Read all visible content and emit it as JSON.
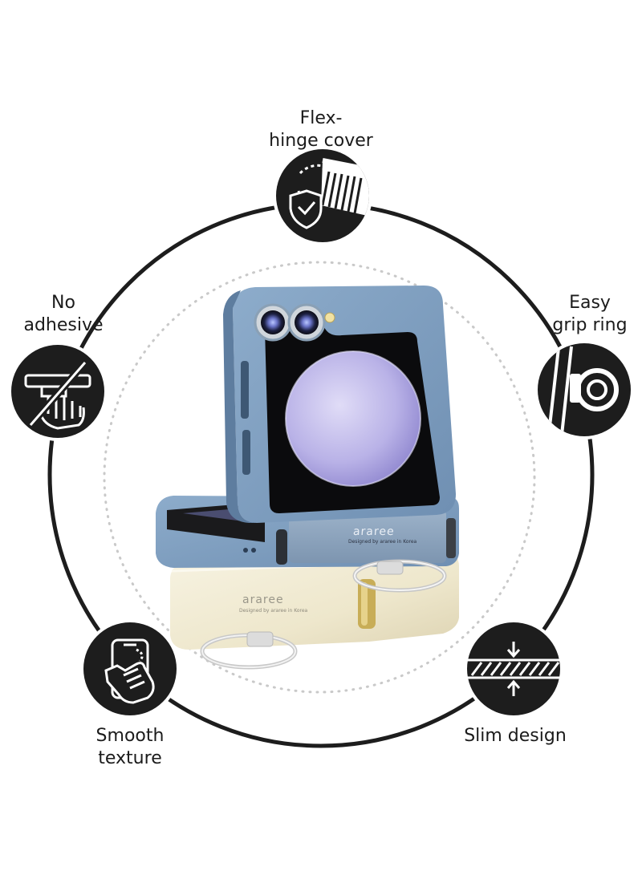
{
  "features": [
    {
      "id": "flex-hinge",
      "lines": [
        "Flex-",
        "hinge cover"
      ],
      "icon": "hinge-shield-icon"
    },
    {
      "id": "no-adhesive",
      "lines": [
        "No",
        "adhesive"
      ],
      "icon": "no-adhesive-hand-icon"
    },
    {
      "id": "grip-ring",
      "lines": [
        "Easy",
        "grip ring"
      ],
      "icon": "grip-ring-icon"
    },
    {
      "id": "smooth-texture",
      "lines": [
        "Smooth",
        "texture"
      ],
      "icon": "hand-phone-icon"
    },
    {
      "id": "slim-design",
      "lines": [
        "Slim design"
      ],
      "icon": "slim-layer-icon"
    }
  ],
  "product": {
    "brand_top": "araree",
    "tagline_top": "Designed by araree in Korea",
    "brand_bottom": "araree",
    "tagline_bottom": "Designed by araree in Korea"
  },
  "colors": {
    "badge": "#1d1d1d",
    "ring": "#1d1d1d",
    "case_blue": "#7f9fc0",
    "case_cream": "#efe9d2",
    "screen": "#0c0c0e",
    "gold_hinge": "#cdb25a"
  }
}
